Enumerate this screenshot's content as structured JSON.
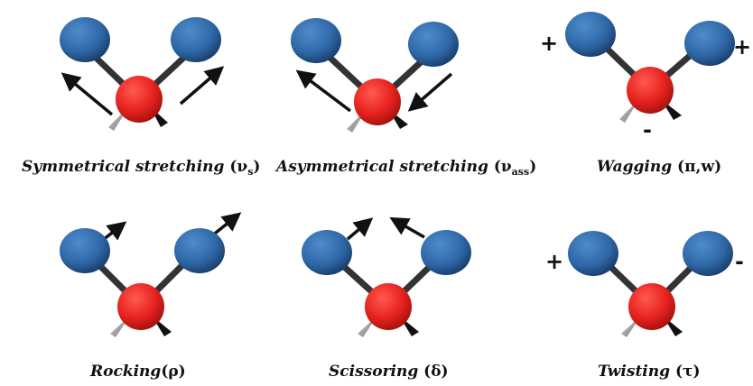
{
  "colors": {
    "hydrogen": "#2e67a6",
    "hydrogen_dark": "#1a3f6e",
    "oxygen": "#e8231f",
    "oxygen_dark": "#a8120f",
    "bond": "#333333",
    "arrow": "#111111"
  },
  "modes": [
    {
      "id": "symmetrical-stretching",
      "name": "Symmetrical stretching",
      "symbol": "ν",
      "subscript": "s",
      "symbol_suffix": "",
      "signs": [],
      "arrows": [
        "left-outward",
        "right-outward"
      ]
    },
    {
      "id": "asymmetrical-stretching",
      "name": "Asymmetrical stretching",
      "symbol": "ν",
      "subscript": "ass",
      "symbol_suffix": "",
      "signs": [],
      "arrows": [
        "left-outward",
        "right-inward"
      ]
    },
    {
      "id": "wagging",
      "name": "Wagging",
      "symbol": "π,w",
      "subscript": "",
      "symbol_suffix": "",
      "signs": [
        "+",
        "+",
        "-"
      ],
      "arrows": []
    },
    {
      "id": "rocking",
      "name": "Rocking",
      "symbol": "ρ",
      "subscript": "",
      "symbol_suffix": "",
      "signs": [],
      "arrows": [
        "left-up-right",
        "right-up-right"
      ]
    },
    {
      "id": "scissoring",
      "name": "Scissoring",
      "symbol": "δ",
      "subscript": "",
      "symbol_suffix": "",
      "signs": [],
      "arrows": [
        "left-up-right",
        "right-up-left"
      ]
    },
    {
      "id": "twisting",
      "name": "Twisting",
      "symbol": "τ",
      "subscript": "",
      "symbol_suffix": "",
      "signs": [
        "+",
        "-"
      ],
      "arrows": []
    }
  ]
}
